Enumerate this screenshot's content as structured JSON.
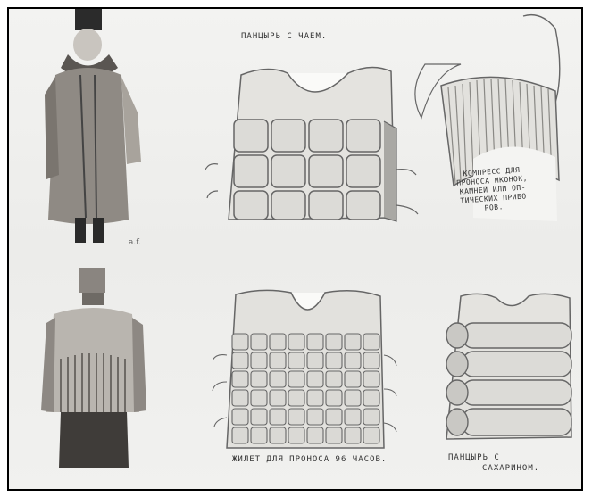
{
  "captions": {
    "tea_armor": "ПАНЦЫРЬ С ЧАЕМ.",
    "compress": "КОМПРЕСС ДЛЯ\nПРОНОСА ИКОНОК,\nКАМНЕЙ ИЛИ ОП-\nТИЧЕСКИХ ПРИБО\nРОВ.",
    "vest_96_hours": "ЖИЛЕТ ДЛЯ ПРОНОСА 96 ЧАСОВ.",
    "saccharin_armor_line1": "ПАНЦЫРЬ С",
    "saccharin_armor_line2": "САХАРИНОМ."
  },
  "colors": {
    "ink": "#333333",
    "paper": "#f3f3f1",
    "shade": "#9a9a98",
    "fill": "#d8d8d5",
    "frame": "#000000"
  }
}
